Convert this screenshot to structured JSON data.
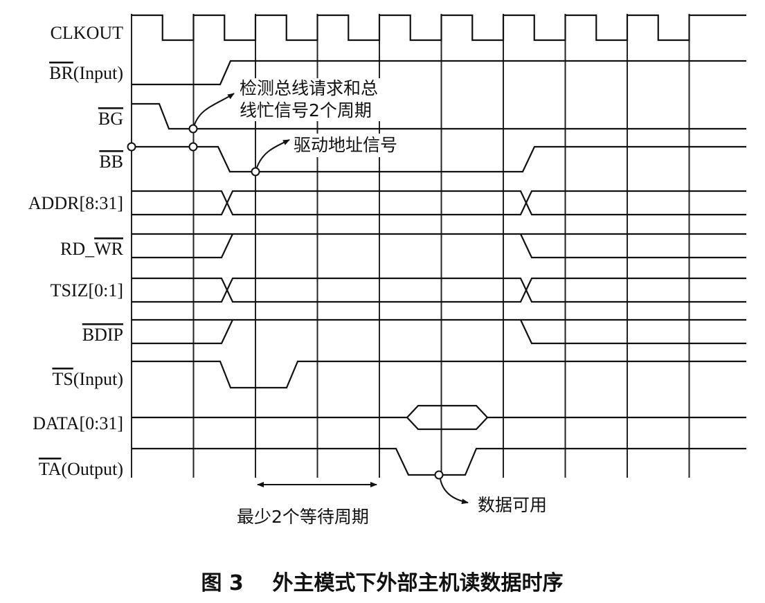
{
  "signals": {
    "clkout": {
      "name": "CLKOUT"
    },
    "br": {
      "name": "BR",
      "suffix": "(Input)"
    },
    "bg": {
      "name": "BG"
    },
    "bb": {
      "name": "BB"
    },
    "addr": {
      "name": "ADDR[8:31]"
    },
    "rdwr": {
      "prefix": "RD_",
      "name": "WR"
    },
    "tsiz": {
      "name": "TSIZ[0:1]"
    },
    "bdip": {
      "name": "BDIP"
    },
    "ts": {
      "name": "TS",
      "suffix": "(Input)"
    },
    "data": {
      "name": "DATA[0:31]"
    },
    "ta": {
      "name": "TA",
      "suffix": "(Output)"
    }
  },
  "annotations": {
    "bus_request_line1": "检测总线请求和总",
    "bus_request_line2": "线忙信号2个周期",
    "drive_address": "驱动地址信号",
    "data_available": "数据可用",
    "min_wait": "最少2个等待周期"
  },
  "caption": "图 3    外主模式下外部主机读数据时序"
}
